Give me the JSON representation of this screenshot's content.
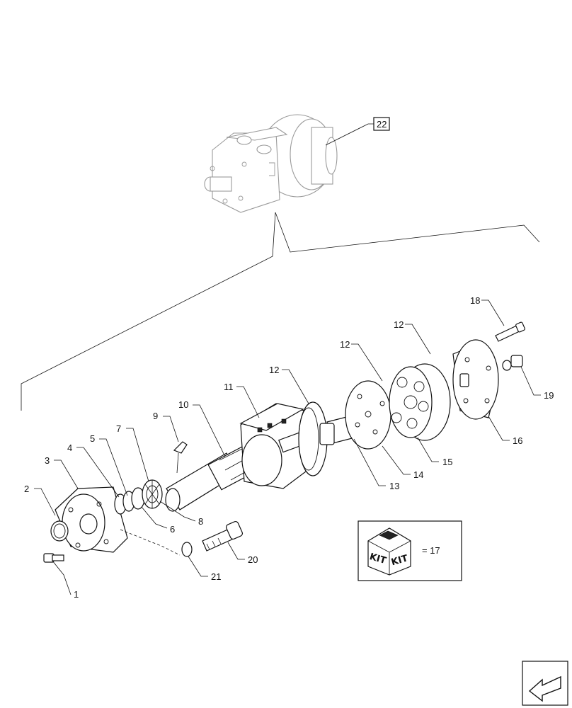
{
  "callouts": {
    "p1": "1",
    "p2": "2",
    "p3": "3",
    "p4": "4",
    "p5": "5",
    "p6": "6",
    "p7": "7",
    "p8": "8",
    "p9": "9",
    "p10": "10",
    "p11": "11",
    "p12a": "12",
    "p12b": "12",
    "p12c": "12",
    "p13": "13",
    "p14": "14",
    "p15": "15",
    "p16": "16",
    "p18": "18",
    "p19": "19",
    "p20": "20",
    "p21": "21",
    "p22": "22"
  },
  "kit": {
    "label_left": "KIT",
    "label_right": "KIT",
    "ref": "= 17"
  },
  "icons": {
    "nav": "back-arrow-icon"
  }
}
